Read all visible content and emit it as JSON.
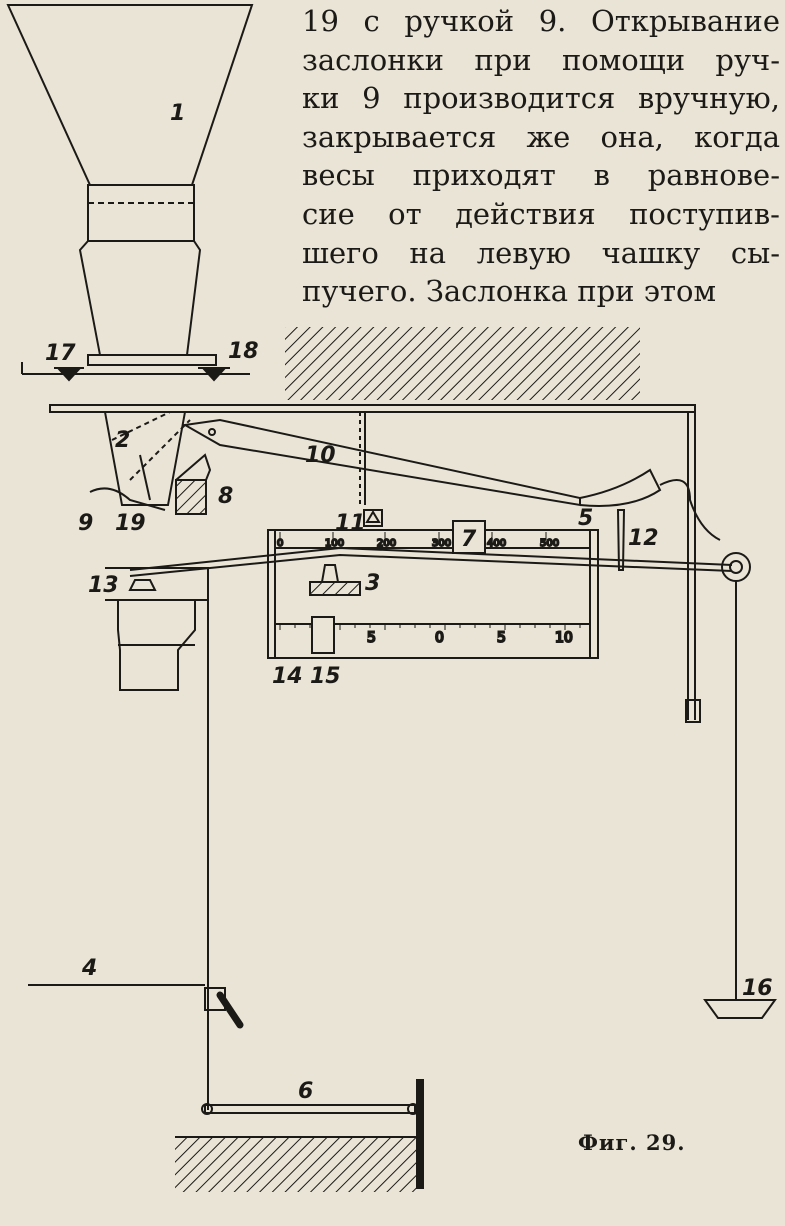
{
  "text": {
    "lines": [
      "19 с ручкой 9. Открывание",
      "заслонки при помощи руч-",
      "ки 9 производится вручную,",
      "закрывается же она, когда",
      "весы приходят в равнове-",
      "сие от действия поступив-",
      "шего на левую чашку сы-",
      "пучего. Заслонка при этом"
    ]
  },
  "figure": {
    "caption": "Фиг. 29.",
    "labels": {
      "l1": "1",
      "l2": "2",
      "l3": "3",
      "l4": "4",
      "l5": "5",
      "l6": "6",
      "l7": "7",
      "l8": "8",
      "l9": "9",
      "l10": "10",
      "l11": "11",
      "l12": "12",
      "l13": "13",
      "l14": "14",
      "l15": "15",
      "l16": "16",
      "l17": "17",
      "l18": "18",
      "l19": "19"
    },
    "upper_scale": [
      "0",
      "100",
      "200",
      "300",
      "400",
      "500"
    ],
    "lower_scale": [
      "5",
      "0",
      "5",
      "10"
    ]
  }
}
